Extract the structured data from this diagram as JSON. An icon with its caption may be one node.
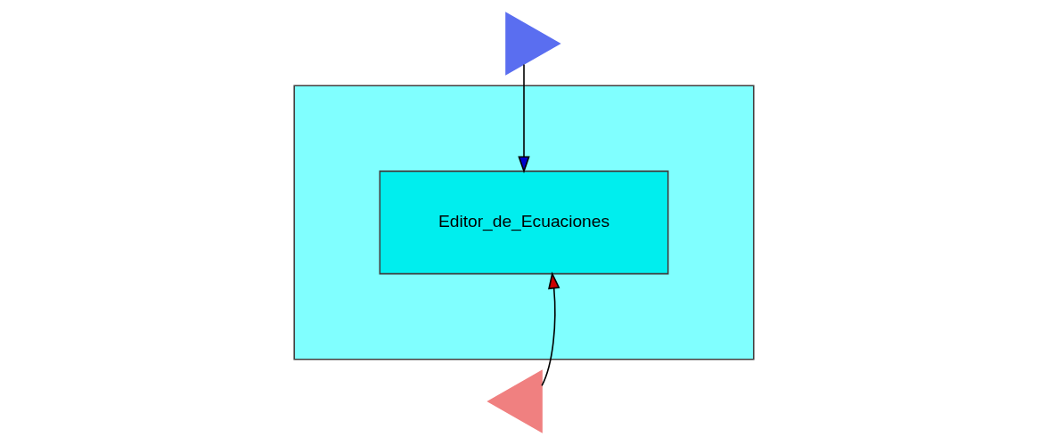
{
  "diagram": {
    "nodes": [
      {
        "text": [],
        "shape": "box"
      },
      {
        "text": [
          "Editor_de_Ecuaciones"
        ],
        "in": 0
      },
      {
        "text": [],
        "shape": "triangle"
      },
      {
        "text": [],
        "shape": "triangle"
      }
    ],
    "edges": [
      {
        "from": 2,
        "to": 1,
        "arrow": "to"
      },
      {
        "from": 3,
        "to": 1,
        "arrow": "to"
      }
    ]
  }
}
